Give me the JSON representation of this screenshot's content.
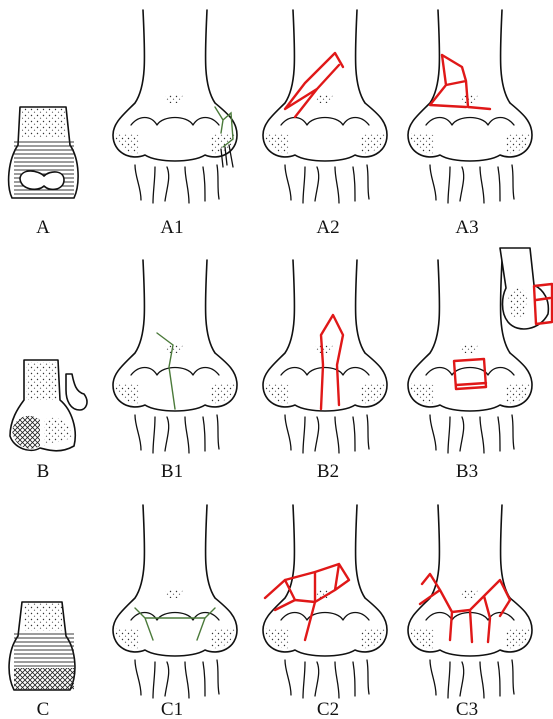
{
  "labels": {
    "A": "A",
    "A1": "A1",
    "A2": "A2",
    "A3": "A3",
    "B": "B",
    "B1": "B1",
    "B2": "B2",
    "B3": "B3",
    "C": "C",
    "C1": "C1",
    "C2": "C2",
    "C3": "C3"
  },
  "colors": {
    "background": "#ffffff",
    "outline": "#111111",
    "fracture_red": "#e01818",
    "fracture_green": "#4b7a3a"
  }
}
